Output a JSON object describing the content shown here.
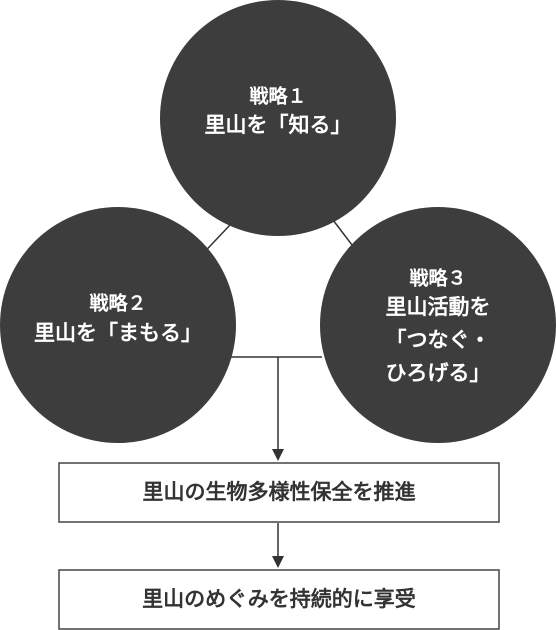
{
  "colors": {
    "circle_fill": "#3d3d3d",
    "circle_text": "#ffffff",
    "line": "#333333",
    "box_border": "#444444",
    "box_text": "#333333",
    "background": "#ffffff"
  },
  "strategies": [
    {
      "label": "戦略１",
      "lines": [
        "里山を「知る」"
      ]
    },
    {
      "label": "戦略２",
      "lines": [
        "里山を「まもる」"
      ]
    },
    {
      "label": "戦略３",
      "lines": [
        "里山活動を",
        "「つなぐ・",
        "ひろげる」"
      ]
    }
  ],
  "goal_box": {
    "text": "里山の生物多様性保全を推進"
  },
  "outcome_box": {
    "text": "里山のめぐみを持続的に享受"
  }
}
